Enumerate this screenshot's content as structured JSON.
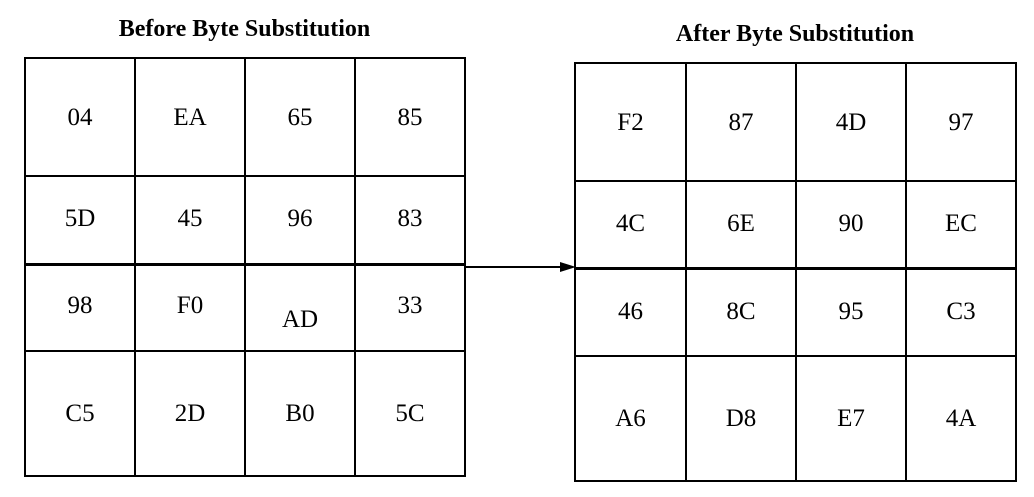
{
  "before": {
    "title": "Before Byte Substitution",
    "rows": [
      [
        "04",
        "EA",
        "65",
        "85"
      ],
      [
        "5D",
        "45",
        "96",
        "83"
      ],
      [
        "98",
        "F0",
        "AD",
        "33"
      ],
      [
        "C5",
        "2D",
        "B0",
        "5C"
      ]
    ]
  },
  "after": {
    "title": "After Byte Substitution",
    "rows": [
      [
        "F2",
        "87",
        "4D",
        "97"
      ],
      [
        "4C",
        "6E",
        "90",
        "EC"
      ],
      [
        "46",
        "8C",
        "95",
        "C3"
      ],
      [
        "A6",
        "D8",
        "E7",
        "4A"
      ]
    ]
  },
  "arrow": {
    "direction": "right",
    "from": "before",
    "to": "after"
  }
}
